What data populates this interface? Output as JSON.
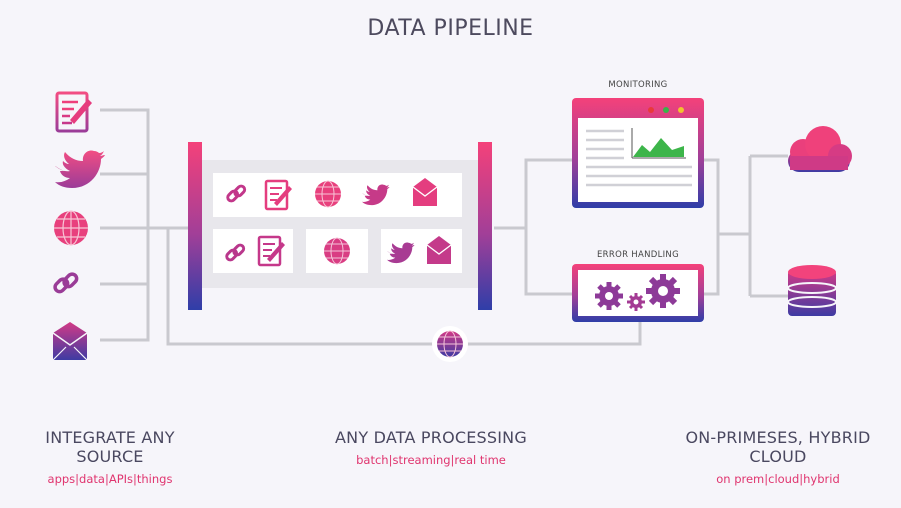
{
  "title": "DATA PIPELINE",
  "monitoring_label": "MONITORING",
  "error_handling_label": "ERROR HANDLING",
  "sources": [
    "document-edit-icon",
    "twitter-bird-icon",
    "globe-icon",
    "link-icon",
    "envelope-icon"
  ],
  "captions": {
    "integrate": {
      "heading": "INTEGRATE ANY SOURCE",
      "sub": "apps|data|APIs|things"
    },
    "processing": {
      "heading": "ANY DATA PROCESSING",
      "sub": "batch|streaming|real time"
    },
    "deploy": {
      "heading": "ON-PRIMESES, HYBRID CLOUD",
      "sub": "on prem|cloud|hybrid"
    }
  },
  "colors": {
    "pink": "#ef3f7a",
    "purple": "#8a3c9b",
    "blue": "#3a3fa6",
    "line": "#c9c9cf"
  }
}
